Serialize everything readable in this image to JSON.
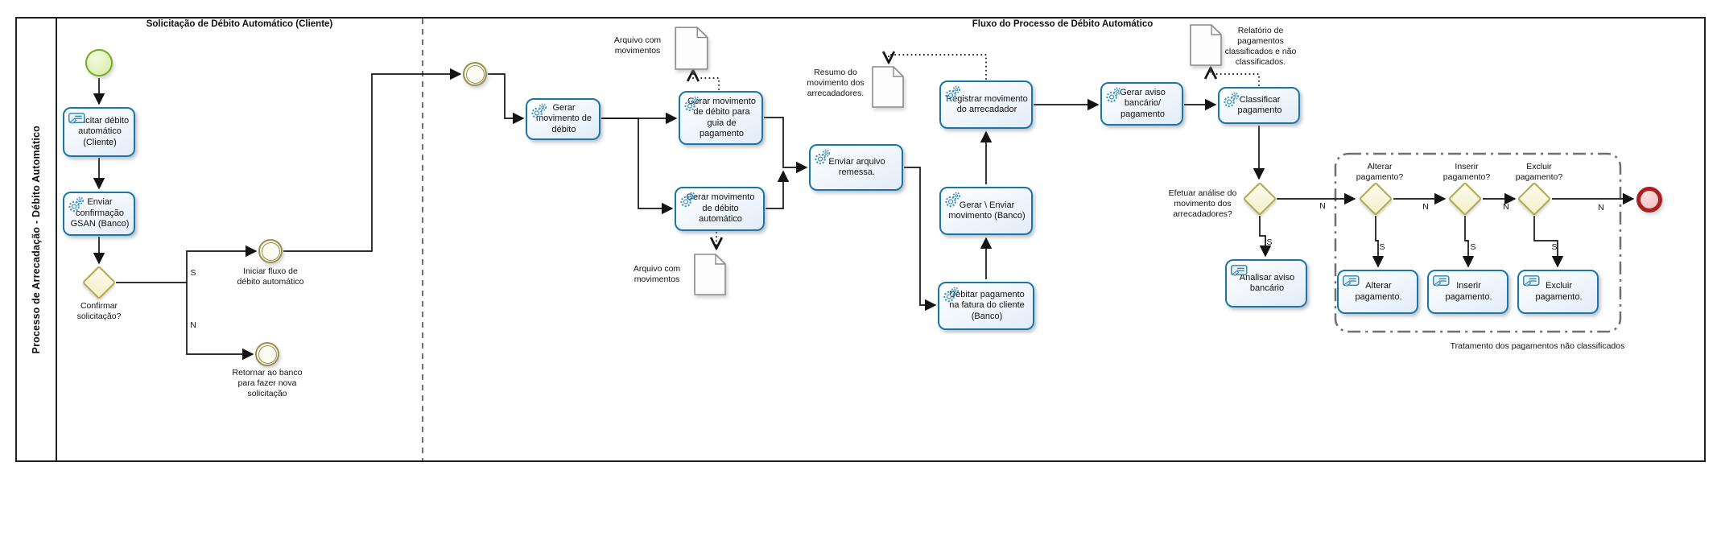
{
  "pool": {
    "label": "Processo de Arrecadação - Débito Automático"
  },
  "lanes": {
    "lane1": "Solicitação  de Débito Automático (Cliente)",
    "lane2": "Fluxo do Processo de Débito Automático"
  },
  "events": {
    "iniciar": "Iniciar fluxo de débito automático",
    "retornar": "Retornar ao banco para fazer nova solicitação"
  },
  "gateways": {
    "confirmar": "Confirmar solicitação?",
    "efetuar": "Efetuar análise do movimento dos arrecadadores?",
    "alterar": "Alterar pagamento?",
    "inserir": "Inserir pagamento?",
    "excluir": "Excluir pagamento?"
  },
  "branches": {
    "yes": "S",
    "no": "N"
  },
  "tasks": {
    "solicitar": "Solicitar débito automático (Cliente)",
    "confirmacao": "Enviar confirmação GSAN (Banco)",
    "gerar_movimento": "Gerar movimento de débito",
    "gerar_guia": "Gerar movimento de débito para guia de pagamento",
    "gerar_auto": "Gerar movimento de débito automático",
    "enviar_remessa": "Enviar arquivo remessa.",
    "registrar": "Registrar movimento do arrecadador",
    "gerar_enviar": "Gerar \\ Enviar movimento (Banco)",
    "debitar": "Debitar pagamento na fatura do cliente (Banco)",
    "gerar_aviso": "Gerar aviso bancário/ pagamento",
    "classificar": "Classificar pagamento",
    "analisar": "Analisar aviso bancário",
    "alterar": "Alterar pagamento.",
    "inserir": "Inserir pagamento.",
    "excluir": "Excluir pagamento."
  },
  "data_objects": {
    "arquivo_top": "Arquivo com movimentos",
    "arquivo_bottom": "Arquivo com movimentos",
    "resumo": "Resumo do movimento dos arrecadadores.",
    "relatorio": "Relatório de pagamentos classificados e não classificados."
  },
  "group": {
    "label": "Tratamento dos pagamentos não classificados"
  },
  "colors": {
    "task_border": "#1b76a8",
    "task_fill": "#e2ecf8",
    "gateway_border": "#b2a94b",
    "gateway_fill": "#f3f0c8",
    "intermediate_event_border": "#97904d",
    "start_event_border": "#76a822",
    "start_event_fill": "#d3eda0",
    "end_event_border": "#aa1f1f",
    "end_event_fill": "#eebcbc",
    "icon_blue": "#4292be",
    "flow_line": "#141414",
    "doc_border": "#8c8c8c"
  }
}
